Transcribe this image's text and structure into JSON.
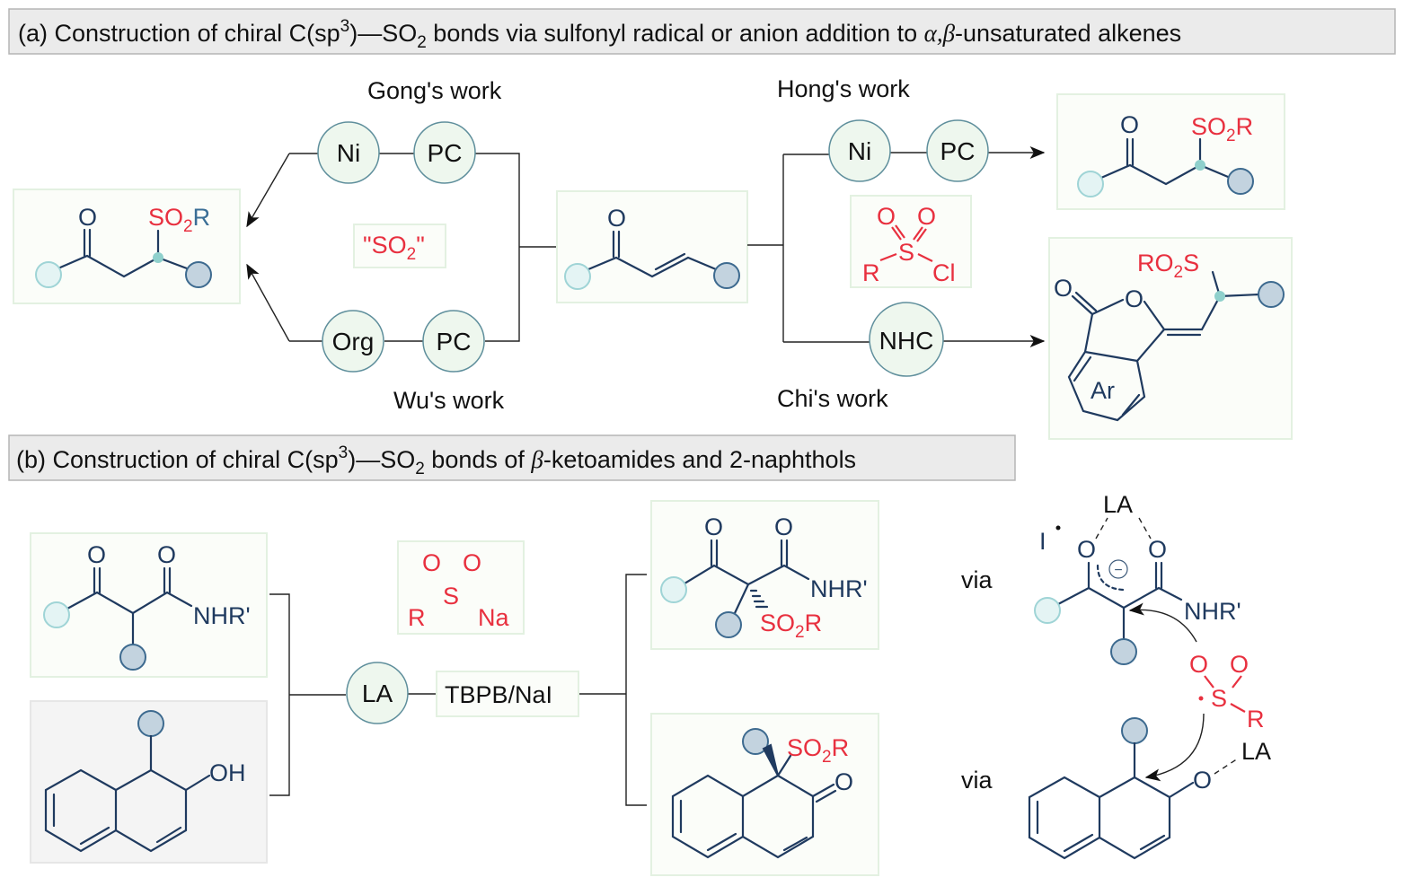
{
  "header_a": {
    "prefix": "(a) Construction of chiral C(sp",
    "sup": "3",
    "mid": ")—SO",
    "sub": "2",
    "rest": " bonds via sulfonyl radical or anion addition to ",
    "greek": "α,β",
    "tail": "-unsaturated alkenes"
  },
  "header_b": {
    "prefix": "(b) Construction of chiral C(sp",
    "sup": "3",
    "mid": ")—SO",
    "sub": "2",
    "rest": " bonds of ",
    "greek": "β",
    "tail": "-ketoamides and 2-naphthols"
  },
  "works": {
    "gong": "Gong's work",
    "wu": "Wu's work",
    "hong": "Hong's work",
    "chi": "Chi's work"
  },
  "catalysts": {
    "ni": "Ni",
    "pc": "PC",
    "org": "Org",
    "nhc": "NHC",
    "la": "LA"
  },
  "reagents": {
    "so2_open": "\"SO",
    "so2_sub": "2",
    "so2_close": "\"",
    "tbpb": "TBPB/NaI"
  },
  "atoms": {
    "O": "O",
    "S": "S",
    "R": "R",
    "Cl": "Cl",
    "Na": "Na",
    "SO": "SO",
    "two": "2",
    "Ar": "Ar",
    "RO": "RO",
    "NHR": "NHR'",
    "OH": "OH",
    "I": "I",
    "LA": "LA",
    "minus": "−"
  },
  "via": "via",
  "colors": {
    "navy": "#1f3a5f",
    "red": "#e8303f",
    "blue": "#3a6e96"
  }
}
